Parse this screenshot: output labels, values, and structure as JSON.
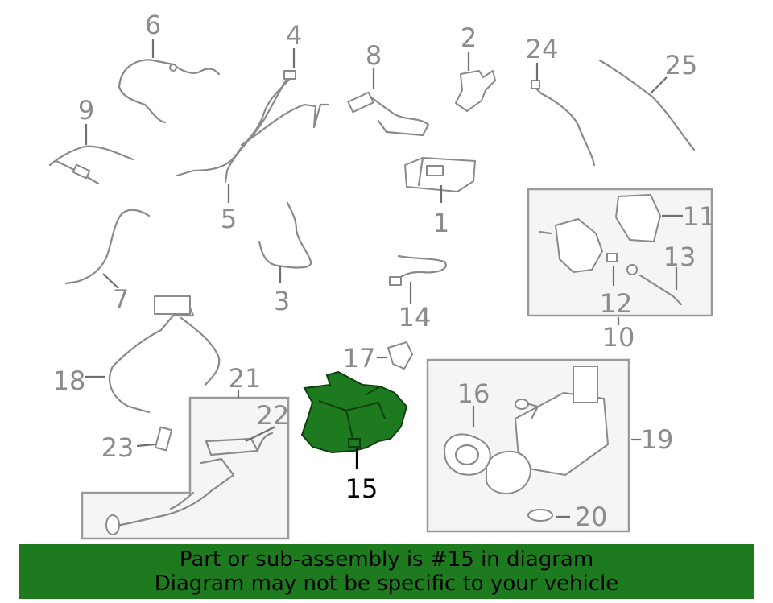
{
  "callouts": {
    "c1": "1",
    "c2": "2",
    "c3": "3",
    "c4": "4",
    "c5": "5",
    "c6": "6",
    "c7": "7",
    "c8": "8",
    "c9": "9",
    "c10": "10",
    "c11": "11",
    "c12": "12",
    "c13": "13",
    "c14": "14",
    "c15": "15",
    "c16": "16",
    "c17": "17",
    "c18": "18",
    "c19": "19",
    "c20": "20",
    "c21": "21",
    "c22": "22",
    "c23": "23",
    "c24": "24",
    "c25": "25"
  },
  "banner": {
    "line1": "Part or sub-assembly is #15 in diagram",
    "line2": "Diagram may not be specific to your vehicle"
  },
  "colors": {
    "highlight_part": "#1e7a1e",
    "banner_background": "#1e7a1e",
    "callout_text": "#8c8c8c"
  },
  "highlighted_part": "15"
}
